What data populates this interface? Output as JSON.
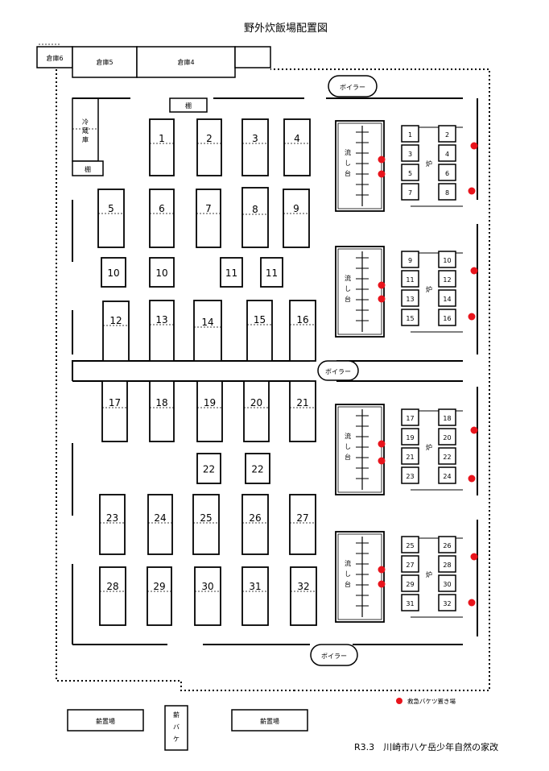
{
  "title": "野外炊飯場配置図",
  "credit": "R3.3　川崎市八ケ岳少年自然の家改",
  "storage": [
    "倉庫6",
    "倉庫5",
    "倉庫4"
  ],
  "shelf": "棚",
  "fridge": [
    "冷",
    "蔵",
    "庫"
  ],
  "boiler": "ボイラー",
  "sink": [
    "流",
    "し",
    "台"
  ],
  "stove": "炉",
  "firewood": "薪置場",
  "firewood_bucket": [
    "薪",
    "バ",
    "ケ"
  ],
  "legend_bucket": "救急バケツ置き場",
  "table_numbers": [
    "1",
    "2",
    "3",
    "4",
    "5",
    "6",
    "7",
    "8",
    "9",
    "10",
    "10",
    "11",
    "11",
    "12",
    "13",
    "14",
    "15",
    "16",
    "17",
    "18",
    "19",
    "20",
    "21",
    "22",
    "22",
    "23",
    "24",
    "25",
    "26",
    "27",
    "28",
    "29",
    "30",
    "31",
    "32"
  ],
  "stove_numbers": [
    "1",
    "2",
    "3",
    "4",
    "5",
    "6",
    "7",
    "8",
    "9",
    "10",
    "11",
    "12",
    "13",
    "14",
    "15",
    "16",
    "17",
    "18",
    "19",
    "20",
    "21",
    "22",
    "23",
    "24",
    "25",
    "26",
    "27",
    "28",
    "29",
    "30",
    "31",
    "32"
  ],
  "colors": {
    "line": "#000000",
    "bucket": "#e8141c"
  }
}
